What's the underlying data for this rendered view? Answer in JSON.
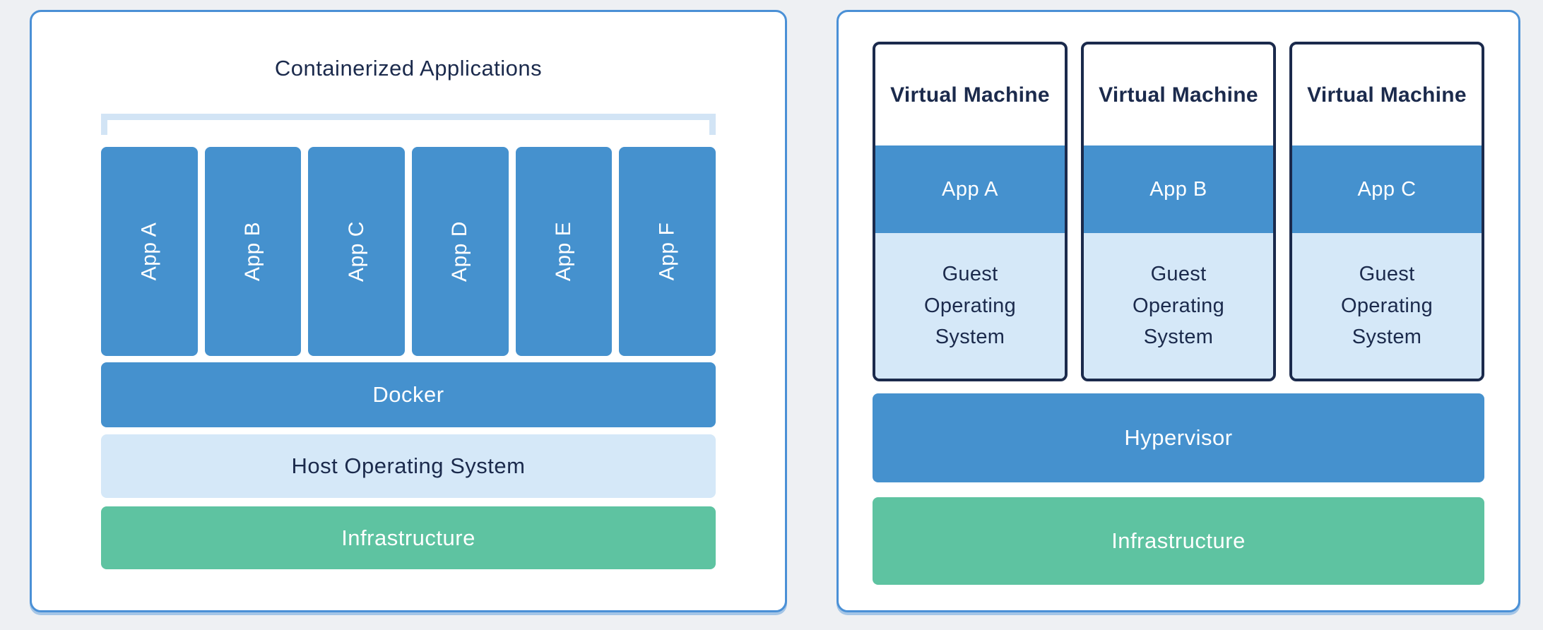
{
  "colors": {
    "page_background": "#eef0f3",
    "panel_border": "#4a90d6",
    "blue": "#4591ce",
    "light_blue": "#d5e8f8",
    "bracket_blue": "#d2e4f5",
    "green": "#5ec3a1",
    "navy_text": "#1b2a4c",
    "white_text": "#ffffff"
  },
  "left_panel": {
    "title": "Containerized Applications",
    "apps": [
      "App A",
      "App B",
      "App C",
      "App D",
      "App E",
      "App F"
    ],
    "layers": [
      {
        "label": "Docker"
      },
      {
        "label": "Host Operating System"
      },
      {
        "label": "Infrastructure"
      }
    ]
  },
  "right_panel": {
    "vms": [
      {
        "title": "Virtual Machine",
        "app": "App A",
        "os": "Guest Operating System"
      },
      {
        "title": "Virtual Machine",
        "app": "App B",
        "os": "Guest Operating System"
      },
      {
        "title": "Virtual Machine",
        "app": "App C",
        "os": "Guest Operating System"
      }
    ],
    "layers": [
      {
        "label": "Hypervisor"
      },
      {
        "label": "Infrastructure"
      }
    ]
  }
}
